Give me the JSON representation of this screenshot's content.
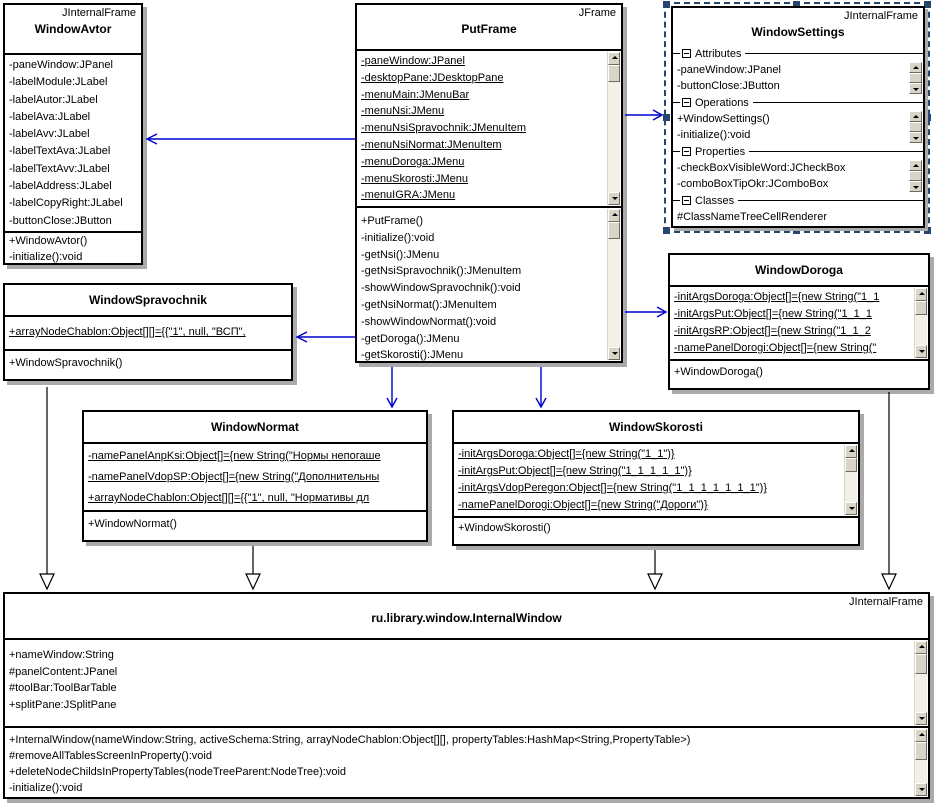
{
  "diagram": {
    "colors": {
      "association_blue": "#0000cd",
      "generalization_black": "#000000",
      "selection_navy": "#26466d",
      "shadow_gray": "#aaaaaa"
    },
    "classes": {
      "windowAvtor": {
        "stereotype": "JInternalFrame",
        "name": "WindowAvtor",
        "attributes": [
          "-paneWindow:JPanel",
          "-labelModule:JLabel",
          "-labelAutor:JLabel",
          "-labelAva:JLabel",
          "-labelAvv:JLabel",
          "-labelTextAva:JLabel",
          "-labelTextAvv:JLabel",
          "-labelAddress:JLabel",
          "-labelCopyRight:JLabel",
          "-buttonClose:JButton"
        ],
        "methods": [
          "+WindowAvtor()",
          "-initialize():void"
        ]
      },
      "putFrame": {
        "stereotype": "JFrame",
        "name": "PutFrame",
        "attributes": [
          "-paneWindow:JPanel",
          "-desktopPane:JDesktopPane",
          "-menuMain:JMenuBar",
          "-menuNsi:JMenu",
          "-menuNsiSpravochnik:JMenuItem",
          "-menuNsiNormat:JMenuItem",
          "-menuDoroga:JMenu",
          "-menuSkorosti:JMenu",
          "-menuIGRA:JMenu"
        ],
        "methods": [
          "+PutFrame()",
          "-initialize():void",
          "-getNsi():JMenu",
          "-getNsiSpravochnik():JMenuItem",
          "-showWindowSpravochnik():void",
          "-getNsiNormat():JMenuItem",
          "-showWindowNormat():void",
          "-getDoroga():JMenu",
          "-getSkorosti():JMenu"
        ]
      },
      "windowSettings": {
        "stereotype": "JInternalFrame",
        "name": "WindowSettings",
        "sections": [
          {
            "label": "Attributes",
            "items": [
              "-paneWindow:JPanel",
              "-buttonClose:JButton"
            ]
          },
          {
            "label": "Operations",
            "items": [
              "+WindowSettings()",
              "-initialize():void"
            ]
          },
          {
            "label": "Properties",
            "items": [
              "-checkBoxVisibleWord:JCheckBox",
              "-comboBoxTipOkr:JComboBox"
            ]
          },
          {
            "label": "Classes",
            "items": [
              "#ClassNameTreeCellRenderer"
            ]
          }
        ]
      },
      "windowSpravochnik": {
        "name": "WindowSpravochnik",
        "attributes": [
          "+arrayNodeChablon:Object[][]={{\"1\", null, \"ВСП\","
        ],
        "methods": [
          "+WindowSpravochnik()"
        ]
      },
      "windowDoroga": {
        "name": "WindowDoroga",
        "attributes": [
          "-initArgsDoroga:Object[]={new String(\"1_1",
          "-initArgsPut:Object[]={new String(\"1_1_1",
          "-initArgsRP:Object[]={new String(\"1_1_2",
          "-namePanelDorogi:Object[]={new String(\""
        ],
        "methods": [
          "+WindowDoroga()"
        ]
      },
      "windowNormat": {
        "name": "WindowNormat",
        "attributes": [
          "-namePanelAnpKsi:Object[]={new String(\"Нормы непогаше",
          "-namePanelVdopSP:Object[]={new String(\"Дополнительны",
          "+arrayNodeChablon:Object[][]={{\"1\", null, \"Нормативы дл"
        ],
        "methods": [
          "+WindowNormat()"
        ]
      },
      "windowSkorosti": {
        "name": "WindowSkorosti",
        "attributes": [
          "-initArgsDoroga:Object[]={new String(\"1_1\")}",
          "-initArgsPut:Object[]={new String(\"1_1_1_1_1\")}",
          "-initArgsVdopPeregon:Object[]={new String(\"1_1_1_1_1_1_1\")}",
          "-namePanelDorogi:Object[]={new String(\"Дороги\")}"
        ],
        "methods": [
          "+WindowSkorosti()"
        ]
      },
      "internalWindow": {
        "stereotype": "JInternalFrame",
        "name": "ru.library.window.InternalWindow",
        "attributes": [
          "+nameWindow:String",
          "#panelContent:JPanel",
          "#toolBar:ToolBarTable",
          "+splitPane:JSplitPane"
        ],
        "methods": [
          "+InternalWindow(nameWindow:String, activeSchema:String, arrayNodeChablon:Object[][], propertyTables:HashMap<String,PropertyTable>)",
          "#removeAllTablesScreenInProperty():void",
          "+deleteNodeChildsInPropertyTables(nodeTreeParent:NodeTree):void",
          "-initialize():void"
        ]
      }
    }
  }
}
